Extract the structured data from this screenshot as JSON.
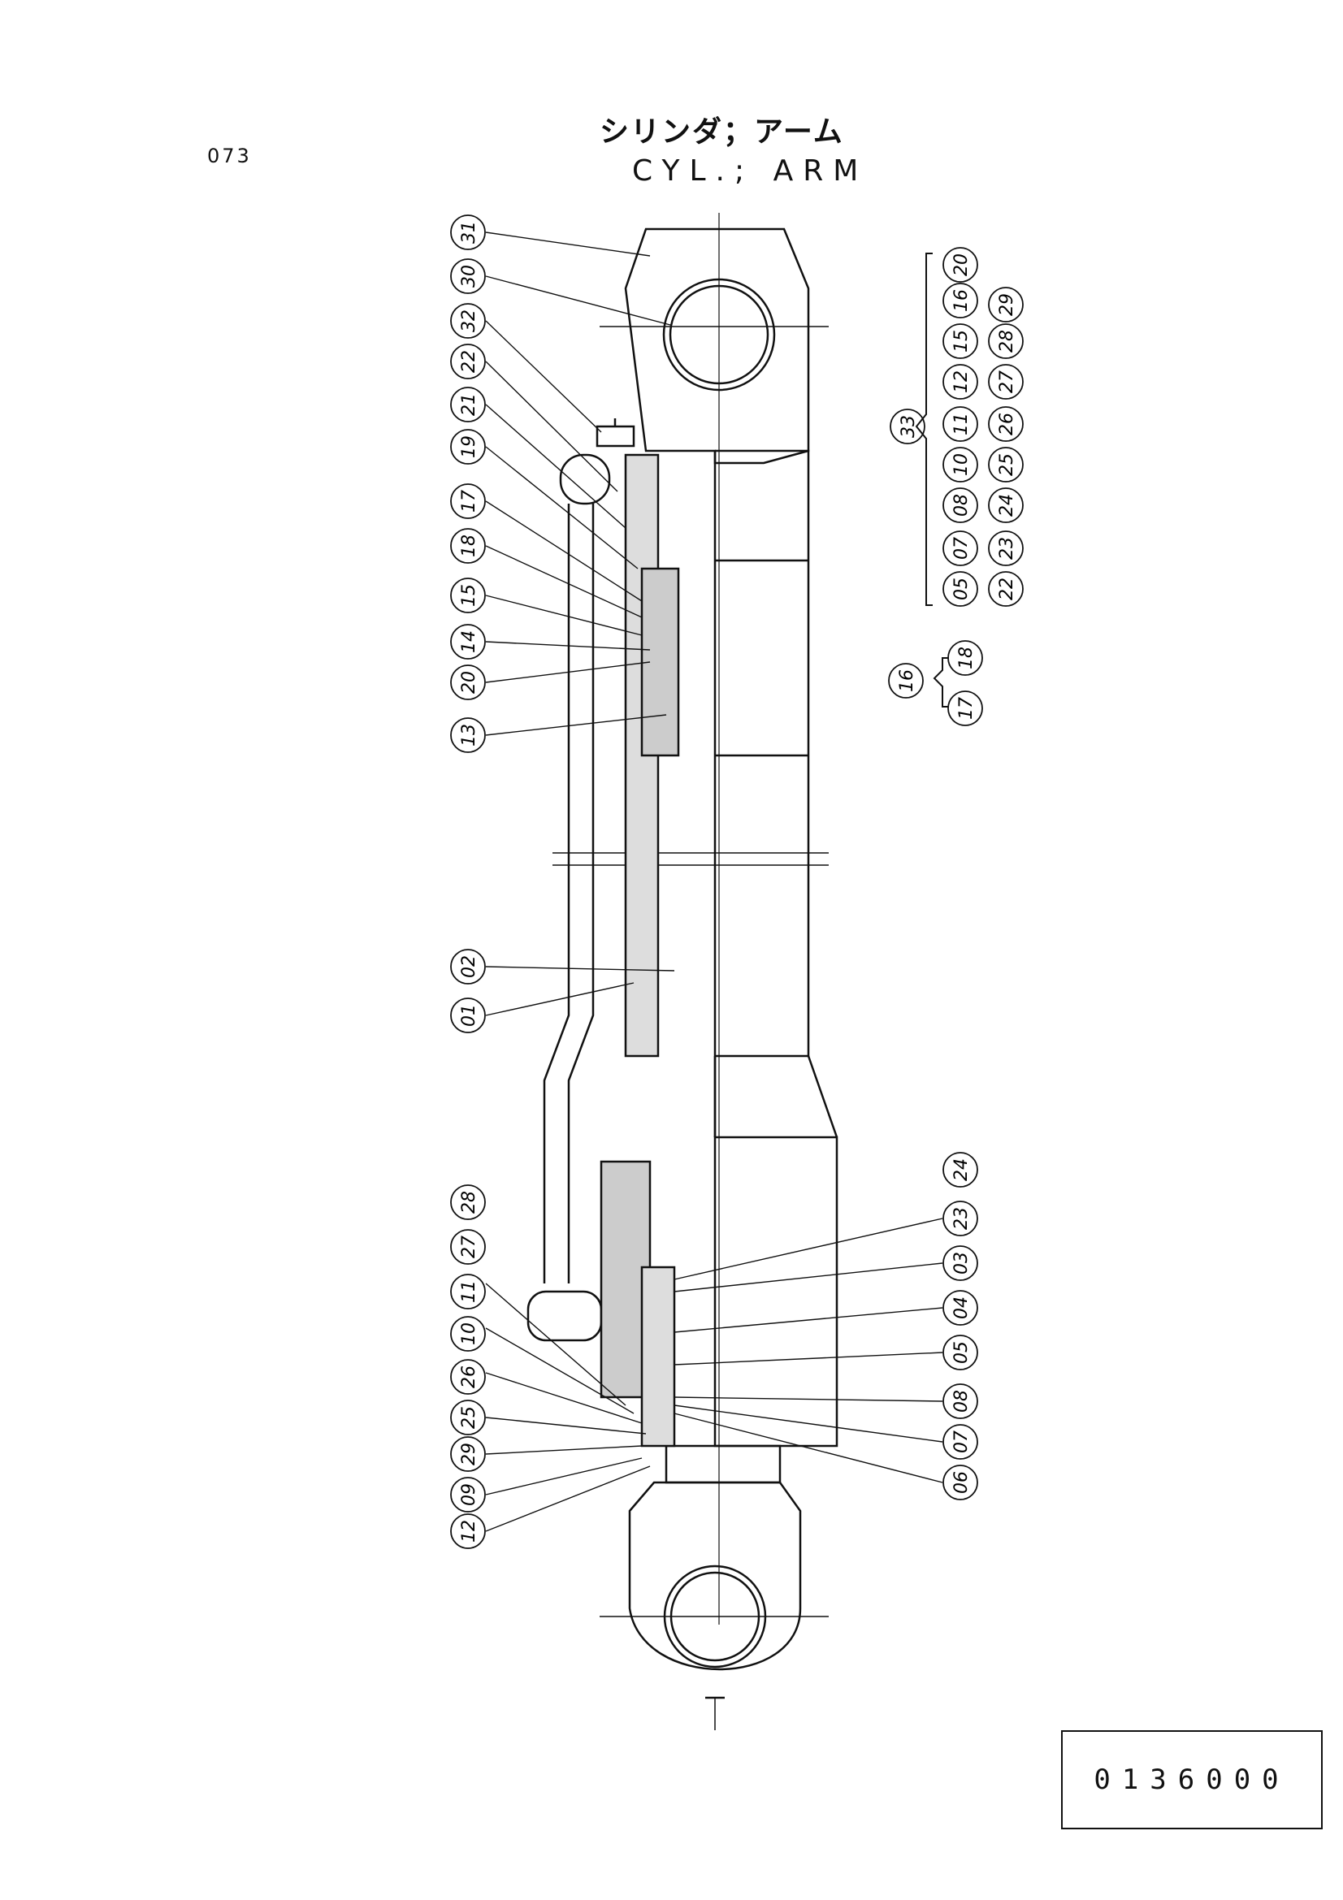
{
  "page_number": "073",
  "title_jp": "シリンダ；アーム",
  "title_en": "CYL.; ARM",
  "drawing_code": "0136000",
  "left_labels_top": [
    "31",
    "30",
    "32",
    "22",
    "21",
    "19",
    "17",
    "18",
    "15",
    "14",
    "20",
    "13"
  ],
  "left_labels_mid": [
    "02",
    "01"
  ],
  "left_labels_bottom": [
    "28",
    "27",
    "11",
    "10",
    "26",
    "25",
    "29",
    "09",
    "12"
  ],
  "right_labels_bottom": [
    "24",
    "23",
    "03",
    "04",
    "05",
    "08",
    "07",
    "06"
  ],
  "kit_33": {
    "label": "33",
    "row1": [
      "05",
      "07",
      "08",
      "10",
      "11",
      "12",
      "15",
      "16",
      "20"
    ],
    "row2": [
      "22",
      "23",
      "24",
      "25",
      "26",
      "27",
      "28",
      "29"
    ]
  },
  "kit_16": {
    "label": "16",
    "items": [
      "18",
      "17"
    ]
  }
}
